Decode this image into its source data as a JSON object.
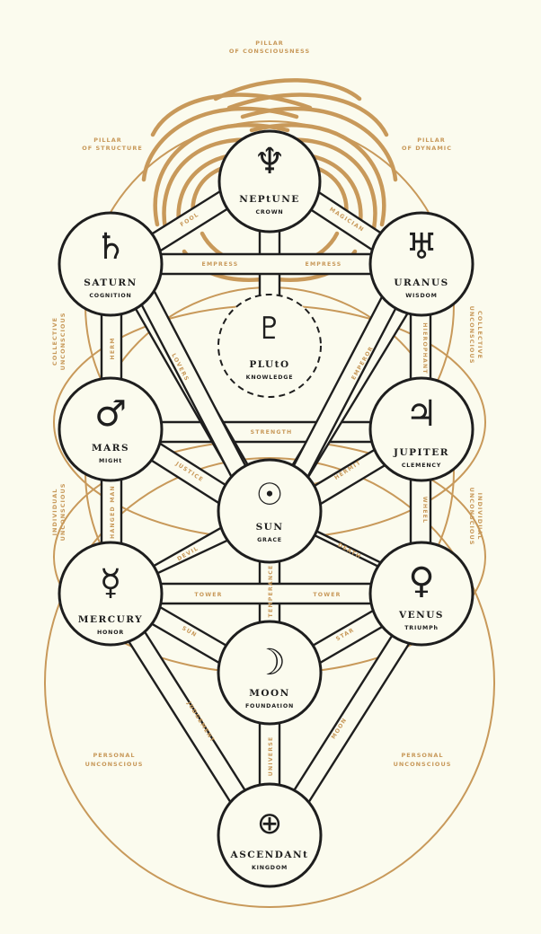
{
  "colors": {
    "background": "#fbfbee",
    "ink": "#1e1e1e",
    "gold": "#c8995a"
  },
  "pillars": {
    "consciousness_line1": "PILLAR",
    "consciousness_line2": "OF CONSCIOUSNESS",
    "structure_line1": "PILLAR",
    "structure_line2": "OF STRUCTURE",
    "dynamic_line1": "PILLAR",
    "dynamic_line2": "OF DYNAMIC"
  },
  "regions": {
    "collective_left_line1": "COLLECTIVE",
    "collective_left_line2": "UNCONSCIOUS",
    "collective_right_line1": "COLLECTIVE",
    "collective_right_line2": "UNCONSCIOUS",
    "individual_left_line1": "INDIVIDUAL",
    "individual_left_line2": "UNCONSCIOUS",
    "individual_right_line1": "INDIVIDUAL",
    "individual_right_line2": "UNCONSCIOUS",
    "personal_left_line1": "PERSONAL",
    "personal_left_line2": "UNCONSCIOUS",
    "personal_right_line1": "PERSONAL",
    "personal_right_line2": "UNCONSCIOUS"
  },
  "nodes": {
    "neptune": {
      "name": "NEPtUNE",
      "sub": "CROWN",
      "symbol": "♆",
      "symbol_name": "neptune-icon"
    },
    "saturn": {
      "name": "SATURN",
      "sub": "COGNITION",
      "symbol": "♄",
      "symbol_name": "saturn-icon"
    },
    "uranus": {
      "name": "URANUS",
      "sub": "WISDOM",
      "symbol": "♅",
      "symbol_name": "uranus-icon"
    },
    "pluto": {
      "name": "PLUtO",
      "sub": "KNOWLEDGE",
      "symbol": "♇",
      "symbol_name": "pluto-icon"
    },
    "mars": {
      "name": "MARS",
      "sub": "MIGHt",
      "symbol": "♂",
      "symbol_name": "mars-icon"
    },
    "jupiter": {
      "name": "JUPITER",
      "sub": "CLEMENCY",
      "symbol": "♃",
      "symbol_name": "jupiter-icon"
    },
    "sun": {
      "name": "SUN",
      "sub": "GRACE",
      "symbol": "☉",
      "symbol_name": "sun-icon"
    },
    "mercury": {
      "name": "MERCURY",
      "sub": "HONOR",
      "symbol": "☿",
      "symbol_name": "mercury-icon"
    },
    "venus": {
      "name": "VENUS",
      "sub": "TRIUMPh",
      "symbol": "♀",
      "symbol_name": "venus-icon"
    },
    "moon": {
      "name": "MOON",
      "sub": "FOUNDAtION",
      "symbol": "☽",
      "symbol_name": "moon-icon"
    },
    "ascendant": {
      "name": "ASCENDANt",
      "sub": "KINGDOM",
      "symbol": "⊕",
      "symbol_name": "earth-icon"
    }
  },
  "paths": {
    "fool": "FOOL",
    "magician": "MAGICIAN",
    "empress_left": "EMPRESS",
    "empress_right": "EMPRESS",
    "hermit_left": "HERM",
    "lovers": "LOVERS",
    "emperor": "EMPEROR",
    "hierophant": "HIEROPHANT",
    "strength": "STRENGTH",
    "justice": "JUSTICE",
    "hermit": "HERMIT",
    "hanged_man": "HANGED MAN",
    "wheel": "WHEEL",
    "devil": "DEVIL",
    "death": "DEATH",
    "temperance": "TEMPERANCE",
    "tower_left": "TOWER",
    "tower_right": "TOWER",
    "sun_path": "SUN",
    "star": "STAR",
    "judgement": "JUDGEMENT",
    "universe": "UNIVERSE",
    "moon_path": "MOON"
  }
}
